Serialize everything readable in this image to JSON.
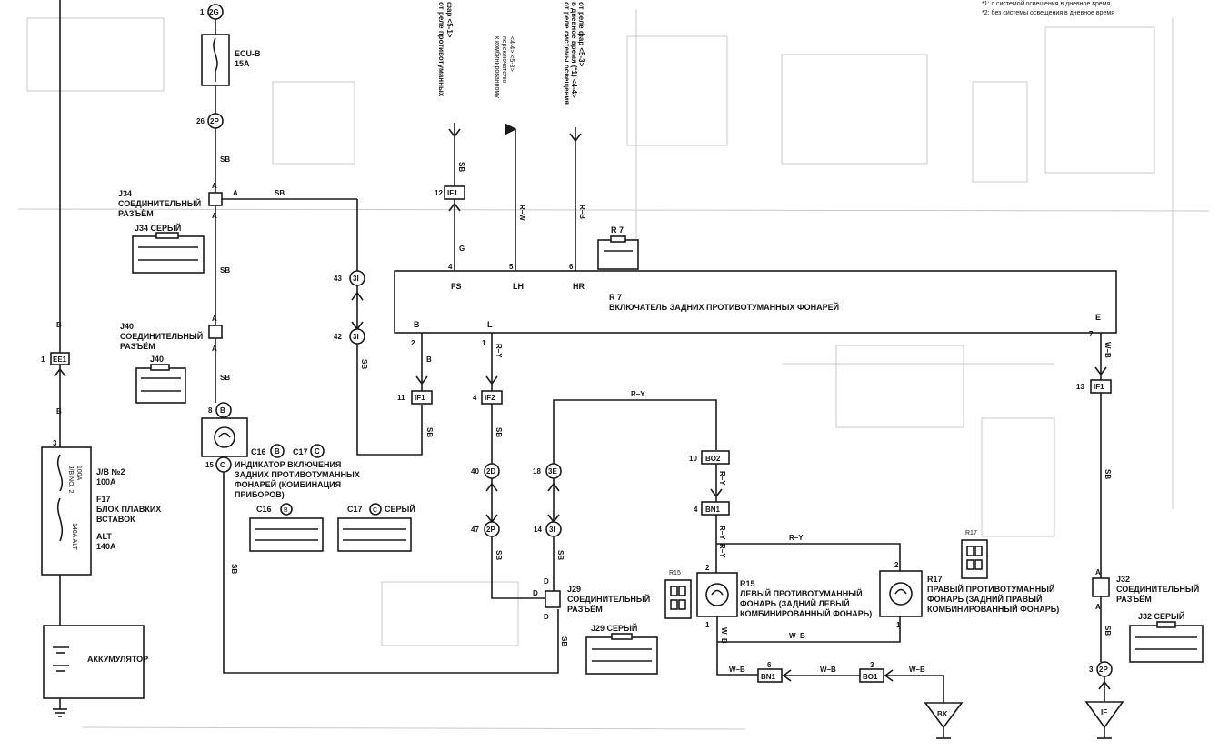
{
  "notes": {
    "n1": "*1: с системой освещения в дневное время",
    "n2": "*2: без системы освещения в дневное время"
  },
  "headers": {
    "h1a": "от реле противотуманных",
    "h1b": "фар <5-1>",
    "h2a": "к комбинированному",
    "h2b": "переключателю",
    "h2c": "<4-4> <5-3>",
    "h3a": "от реле системы освещения",
    "h3b": "в дневное время (*1) <4-4>",
    "h3c": "от реле фар <5-3>"
  },
  "fuse_ecu": {
    "conn_top": "2G",
    "pin_top": "1",
    "name": "ECU-B",
    "rating": "15A",
    "conn_bot": "2P",
    "pin_bot": "26"
  },
  "j34": {
    "title": "J34",
    "line1": "СОЕДИНИТЕЛЬНЫЙ",
    "line2": "РАЗЪЁМ",
    "caption": "J34 СЕРЫЙ",
    "pin": "A"
  },
  "j40": {
    "title": "J40",
    "line1": "СОЕДИНИТЕЛЬНЫЙ",
    "line2": "РАЗЪЁМ",
    "caption": "J40",
    "pin": "A"
  },
  "ee1": {
    "pin": "1",
    "label": "EE1"
  },
  "fuse_block": {
    "pin": "3",
    "jb_line1": "J/B №2",
    "jb_line2": "100A",
    "f17_line1": "F17",
    "f17_line2": "БЛОК ПЛАВКИХ",
    "f17_line3": "ВСТАВОК",
    "alt_line1": "ALT",
    "alt_line2": "140A",
    "inner1": "100A",
    "inner2": "J/B NO. 2",
    "inner3": "140A ALT"
  },
  "battery": {
    "label": "АККУМУЛЯТОР"
  },
  "indicator": {
    "pin_top": "8",
    "conn_top": "B",
    "pin_bot": "15",
    "conn_bot": "C",
    "ref1": "C16",
    "ref1_conn": "B",
    "ref2": "C17",
    "ref2_conn": "C",
    "line1": "ИНДИКАТОР ВКЛЮЧЕНИЯ",
    "line2": "ЗАДНИХ ПРОТИВОТУМАННЫХ",
    "line3": "ФОНАРЕЙ (КОМБИНАЦИЯ",
    "line4": "ПРИБОРОВ)"
  },
  "c16": {
    "caption": "C16",
    "conn": "B"
  },
  "c17": {
    "caption": "C17",
    "conn": "C",
    "color": "СЕРЫЙ"
  },
  "conn_3i": {
    "pin_top": "43",
    "pin_bot": "42",
    "label": "3I"
  },
  "if1_top": {
    "pin": "12",
    "label": "IF1"
  },
  "r7": {
    "thumb": "R 7",
    "name": "R 7",
    "desc": "ВКЛЮЧАТЕЛЬ ЗАДНИХ ПРОТИВОТУМАННЫХ ФОНАРЕЙ",
    "t_fs": "FS",
    "t_lh": "LH",
    "t_hr": "HR",
    "t_b": "B",
    "t_l": "L",
    "t_e": "E",
    "p_fs": "4",
    "p_lh": "5",
    "p_hr": "6",
    "p_b": "2",
    "p_l": "1",
    "p_e": "7"
  },
  "if1_b": {
    "pin": "11",
    "label": "IF1"
  },
  "if2": {
    "pin": "4",
    "label": "IF2"
  },
  "conn_2d": {
    "pin": "40",
    "label": "2D"
  },
  "conn_2p_b": {
    "pin": "47",
    "label": "2P"
  },
  "conn_3e": {
    "pin": "18",
    "label": "3E"
  },
  "conn_3i_b": {
    "pin": "14",
    "label": "3I"
  },
  "j29": {
    "line1": "J29",
    "line2": "СОЕДИНИТЕЛЬНЫЙ",
    "line3": "РАЗЪЁМ",
    "caption": "J29 СЕРЫЙ",
    "pin": "D"
  },
  "bo2": {
    "pin": "10",
    "label": "BO2"
  },
  "bn1_top": {
    "pin": "4",
    "label": "BN1"
  },
  "r15": {
    "thumb": "R15",
    "pin_top": "2",
    "pin_bot": "1",
    "line1": "R15",
    "line2": "ЛЕВЫЙ ПРОТИВОТУМАННЫЙ",
    "line3": "ФОНАРЬ (ЗАДНИЙ ЛЕВЫЙ",
    "line4": "КОМБИНИРОВАННЫЙ ФОНАРЬ)"
  },
  "r17": {
    "thumb": "R17",
    "pin_top": "2",
    "pin_bot": "1",
    "line1": "R17",
    "line2": "ПРАВЫЙ ПРОТИВОТУМАННЫЙ",
    "line3": "ФОНАРЬ (ЗАДНИЙ ПРАВЫЙ",
    "line4": "КОМБИНИРОВАННЫЙ ФОНАРЬ)"
  },
  "bn1_bot": {
    "pin": "6",
    "label": "BN1"
  },
  "bo1": {
    "pin": "3",
    "label": "BO1"
  },
  "ground_bk": {
    "label": "BK"
  },
  "if1_right": {
    "pin": "13",
    "label": "IF1"
  },
  "j32": {
    "line1": "J32",
    "line2": "СОЕДИНИТЕЛЬНЫЙ",
    "line3": "РАЗЪЁМ",
    "caption": "J32 СЕРЫЙ",
    "pin": "A"
  },
  "conn_2p_r": {
    "pin": "3",
    "label": "2P"
  },
  "ground_if": {
    "label": "IF"
  },
  "wires": {
    "sb": "SB",
    "b": "B",
    "g": "G",
    "rw": "R–W",
    "rb": "R–B",
    "ry": "R–Y",
    "wb": "W–B"
  }
}
